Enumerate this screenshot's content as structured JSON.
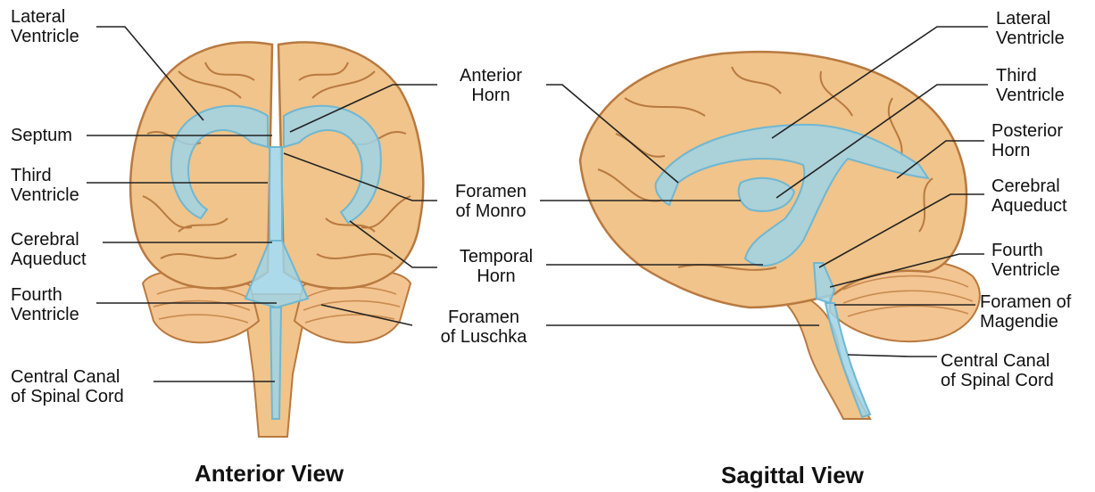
{
  "colors": {
    "brain_fill": "#f0c48a",
    "brain_dark": "#d9a061",
    "sulcus": "#b9793f",
    "ventricle": "#9fd3e6",
    "ventricle_edge": "#6fb7d2",
    "leader_line": "#222222"
  },
  "anterior": {
    "title": "Anterior View",
    "labels": {
      "lateral_ventricle": "Lateral\nVentricle",
      "septum": "Septum",
      "third_ventricle": "Third\nVentricle",
      "cerebral_aqueduct": "Cerebral\nAqueduct",
      "fourth_ventricle": "Fourth\nVentricle",
      "central_canal": "Central Canal\nof Spinal Cord"
    }
  },
  "middle": {
    "labels": {
      "anterior_horn": "Anterior\nHorn",
      "foramen_monro": "Foramen\nof Monro",
      "temporal_horn": "Temporal\nHorn",
      "foramen_luschka": "Foramen\nof Luschka"
    }
  },
  "sagittal": {
    "title": "Sagittal View",
    "labels": {
      "lateral_ventricle": "Lateral\nVentricle",
      "third_ventricle": "Third\nVentricle",
      "posterior_horn": "Posterior\nHorn",
      "cerebral_aqueduct": "Cerebral\nAqueduct",
      "fourth_ventricle": "Fourth\nVentricle",
      "foramen_magendie": "Foramen of\nMagendie",
      "central_canal": "Central Canal\nof Spinal Cord"
    }
  }
}
